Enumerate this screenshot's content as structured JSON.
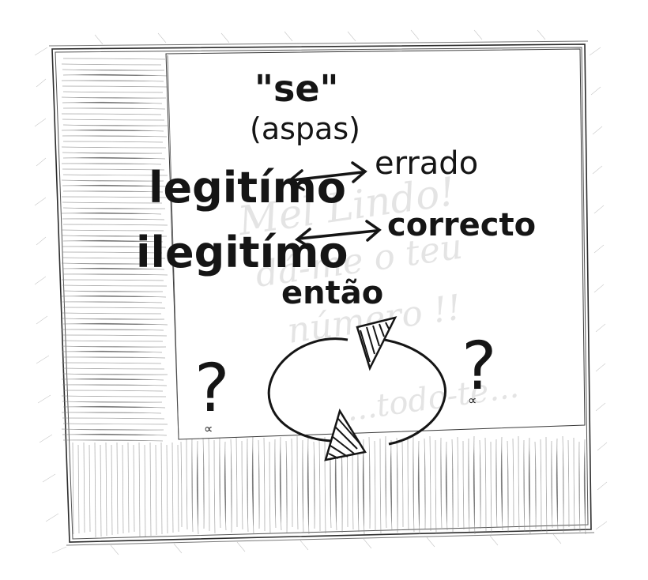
{
  "drawing": {
    "title": "\"se\"",
    "subtitle": "(aspas)",
    "word_1": "legitímo",
    "word_1_result": "errado",
    "word_2": "ilegitímo",
    "word_2_result": "correcto",
    "connector": "então",
    "question_mark": "?",
    "small_mark": "∝"
  },
  "watermark": {
    "line_1": "Mel Lindo!",
    "line_2": "dá-me o teu",
    "line_3": "número !!",
    "line_4": "...todo-te..."
  },
  "colors": {
    "ink": "#151515",
    "paper": "#ffffff",
    "watermark": "#e4e4e4",
    "shading": "#8a8a8a"
  }
}
